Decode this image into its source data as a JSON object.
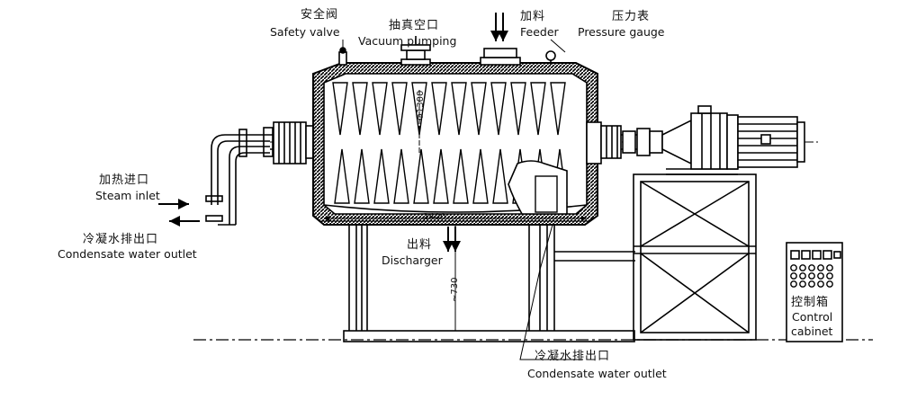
{
  "labels": {
    "safety_valve_cn": "安全阀",
    "safety_valve_en": "Safety valve",
    "vacuum_cn": "抽真空口",
    "vacuum_en": "Vacuum pumping",
    "feeder_cn": "加料",
    "feeder_en": "Feeder",
    "pressure_cn": "压力表",
    "pressure_en": "Pressure gauge",
    "steam_cn": "加热进口",
    "steam_en": "Steam inlet",
    "condensate_left_cn": "冷凝水排出口",
    "condensate_left_en": "Condensate water outlet",
    "discharger_cn": "出料",
    "discharger_en": "Discharger",
    "condensate_bottom_cn": "冷凝水排出口",
    "condensate_bottom_en": "Condensate water outlet",
    "control_cn": "控制箱",
    "control_en_1": "Control",
    "control_en_2": "cabinet"
  },
  "dimensions": {
    "diameter": "Φ1300",
    "length": "2400",
    "height": "~730"
  }
}
